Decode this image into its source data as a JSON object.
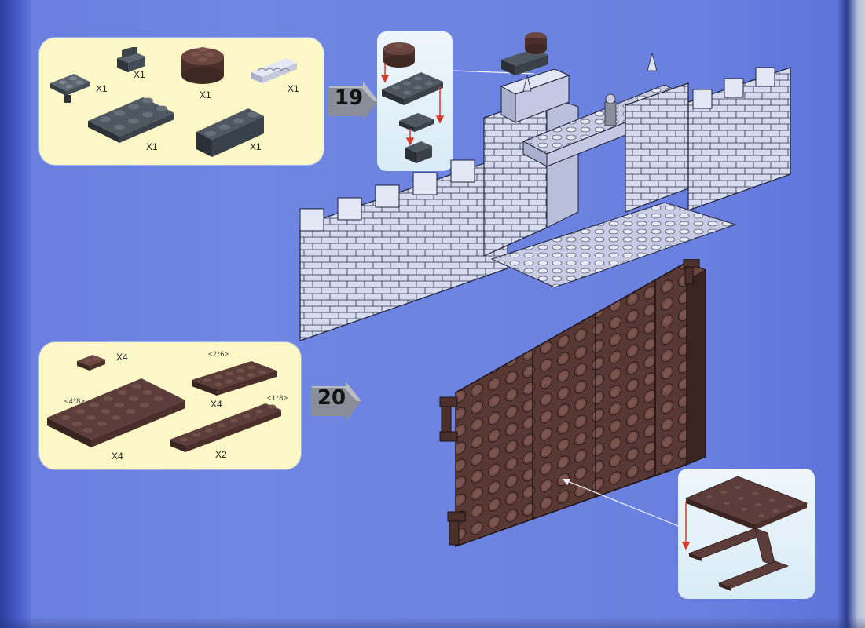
{
  "page": {
    "colors": {
      "background": "#6f86e3",
      "callout_panel": "#fbf7c6",
      "detail_panel": "#e3f0f8",
      "brown_plate": "#5a3a36",
      "dark_gray_piece": "#3b444d",
      "light_gray_piece": "#d5d9ee",
      "guide_arrow": "#d23a2a"
    }
  },
  "step19": {
    "number": "19",
    "parts": [
      {
        "icon": "dark-gray-hinge-plate-icon",
        "qty": "X1"
      },
      {
        "icon": "dark-gray-bracket-icon",
        "qty": "X1"
      },
      {
        "icon": "brown-round-brick-2x2-icon",
        "qty": "X1"
      },
      {
        "icon": "light-gray-curved-slope-icon",
        "qty": "X1"
      },
      {
        "icon": "dark-gray-plate-2x4-icon",
        "qty": "X1"
      },
      {
        "icon": "dark-gray-brick-1x4-icon",
        "qty": "X1"
      }
    ]
  },
  "step20": {
    "number": "20",
    "parts": [
      {
        "icon": "brown-hinge-plate-icon",
        "qty": "X4",
        "size": ""
      },
      {
        "icon": "brown-plate-2x6-icon",
        "qty": "X4",
        "size": "<2*6>"
      },
      {
        "icon": "brown-plate-4x8-icon",
        "qty": "X4",
        "size": "<4*8>"
      },
      {
        "icon": "brown-plate-1x8-icon",
        "qty": "X2",
        "size": "<1*8>"
      }
    ]
  }
}
